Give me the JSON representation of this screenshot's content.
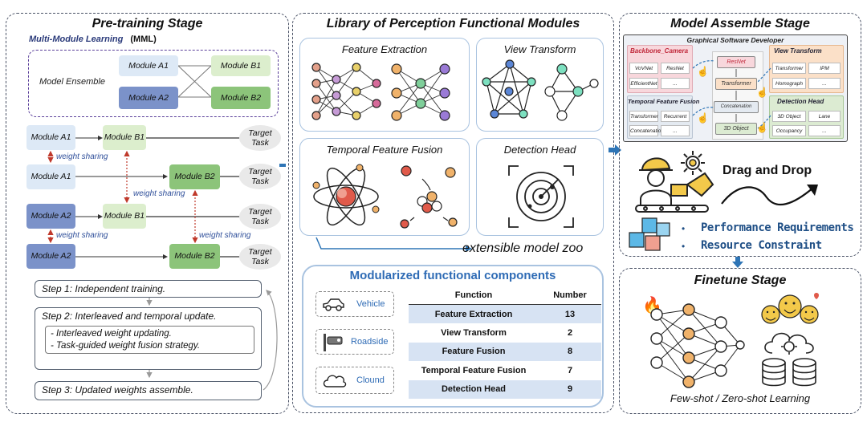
{
  "pretraining": {
    "title": "Pre-training Stage",
    "mml_title": "Multi-Module Learning",
    "mml_abbr": "(MML)",
    "ensemble_label": "Model Ensemble",
    "ensemble_modules": [
      "Module A1",
      "Module A2",
      "Module B1",
      "Module B2"
    ],
    "rows": [
      {
        "left": "Module A1",
        "mid": "Module B1",
        "task": "Target Task"
      },
      {
        "left": "Module A1",
        "mid": "Module B2",
        "task": "Target Task"
      },
      {
        "left": "Module A2",
        "mid": "Module B1",
        "task": "Target Task"
      },
      {
        "left": "Module A2",
        "mid": "Module B2",
        "task": "Target Task"
      }
    ],
    "weight_sharing": "weight sharing",
    "steps": {
      "step1": "Step 1: Independent training.",
      "step2": "Step 2: Interleaved and temporal update.",
      "bullet1": "- Interleaved weight updating.",
      "bullet2": "- Task-guided weight fusion strategy.",
      "step3": "Step 3: Updated weights assemble."
    }
  },
  "library": {
    "title": "Library of Perception Functional Modules",
    "boxes": [
      "Feature Extraction",
      "View Transform",
      "Temporal Feature Fusion",
      "Detection Head"
    ],
    "zoo_label": "extensible model zoo",
    "components": {
      "title": "Modularized functional components",
      "scenarios": [
        "Vehicle",
        "Roadside",
        "Clound"
      ],
      "header": [
        "Function",
        "Number"
      ],
      "rows": [
        {
          "function": "Feature Extraction",
          "number": "13"
        },
        {
          "function": "View Transform",
          "number": "2"
        },
        {
          "function": "Feature Fusion",
          "number": "8"
        },
        {
          "function": "Temporal Feature Fusion",
          "number": "7"
        },
        {
          "function": "Detection Head",
          "number": "9"
        }
      ]
    }
  },
  "assemble": {
    "title": "Model Assemble Stage",
    "gsd_title": "Graphical Software Developer",
    "backbone": {
      "title": "Backbone_Camera",
      "items": [
        "VoVNet",
        "ResNet",
        "EfficientNet",
        "..."
      ]
    },
    "view": {
      "title": "View Transform",
      "items": [
        "Transformer",
        "IPM",
        "Homograph",
        "..."
      ]
    },
    "temporal": {
      "title": "Temporal Feature Fusion",
      "items": [
        "Transformer",
        "Recurrent",
        "Concatenation",
        "..."
      ]
    },
    "detection": {
      "title": "Detection Head",
      "items": [
        "3D Object",
        "Lane",
        "Occupancy",
        "..."
      ]
    },
    "flow": [
      "ResNet",
      "Transformer",
      "Concatenation",
      "3D Object"
    ],
    "drag_drop": "Drag and Drop",
    "requirements": [
      "Performance Requirements",
      "Resource Constraint"
    ]
  },
  "finetune": {
    "title": "Finetune Stage",
    "caption": "Few-shot / Zero-shot Learning"
  },
  "colors": {
    "module_light_blue": "#dde9f6",
    "module_dark_blue": "#7b92c9",
    "module_light_green": "#dceecd",
    "module_dark_green": "#8cc47a",
    "weight_sharing_red": "#c0392b",
    "connector_blue": "#2e75b6"
  }
}
